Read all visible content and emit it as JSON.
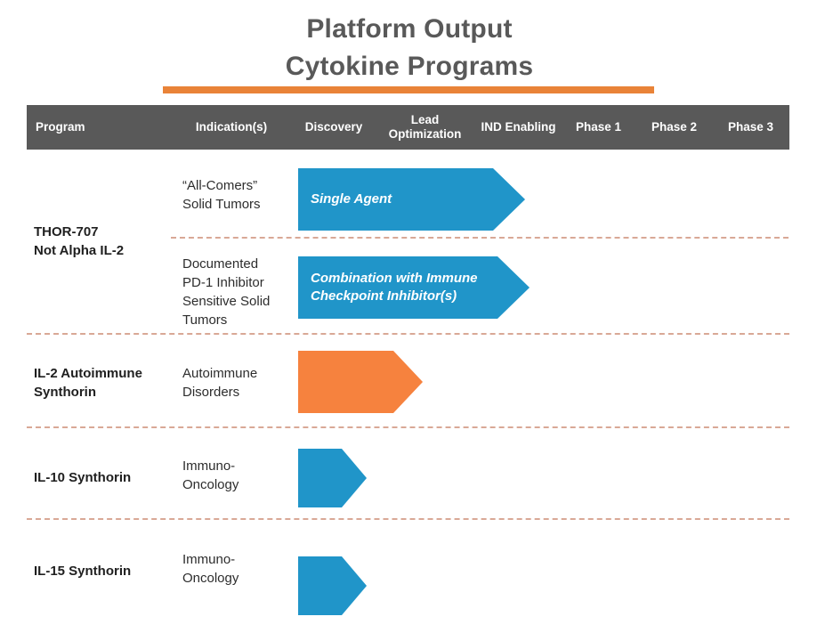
{
  "title": {
    "line1": "Platform Output",
    "line2": "Cytokine Programs"
  },
  "columns": [
    "Program",
    "Indication(s)",
    "Discovery",
    "Lead Optimization",
    "IND Enabling",
    "Phase 1",
    "Phase 2",
    "Phase 3"
  ],
  "rows": [
    {
      "program": "THOR-707\nNot Alpha IL-2",
      "tracks": [
        {
          "indication": "“All-Comers”\nSolid Tumors",
          "arrow_label": "Single Agent"
        },
        {
          "indication": "Documented\nPD-1 Inhibitor\nSensitive Solid\nTumors",
          "arrow_label": "Combination with Immune\nCheckpoint Inhibitor(s)"
        }
      ]
    },
    {
      "program": "IL-2 Autoimmune\nSynthorin",
      "tracks": [
        {
          "indication": "Autoimmune\nDisorders",
          "arrow_label": ""
        }
      ]
    },
    {
      "program": "IL-10 Synthorin",
      "tracks": [
        {
          "indication": "Immuno-\nOncology",
          "arrow_label": ""
        }
      ]
    },
    {
      "program": "IL-15 Synthorin",
      "tracks": [
        {
          "indication": "Immuno-\nOncology",
          "arrow_label": ""
        }
      ]
    }
  ],
  "colors": {
    "title_text": "#595959",
    "header_bg": "#595959",
    "accent_orange": "#E98338",
    "arrow_blue": "#2095C9",
    "arrow_orange": "#F6823E",
    "dash_line": "#D9A896"
  },
  "chart_data": {
    "type": "table",
    "title": "Platform Output Cytokine Programs",
    "stage_columns": [
      "Discovery",
      "Lead Optimization",
      "IND Enabling",
      "Phase 1",
      "Phase 2",
      "Phase 3"
    ],
    "entries": [
      {
        "program": "THOR-707 Not Alpha IL-2",
        "indication": "“All-Comers” Solid Tumors",
        "arrow_label": "Single Agent",
        "arrow_color": "#2095C9",
        "stages_spanned": [
          "Discovery",
          "Lead Optimization"
        ]
      },
      {
        "program": "THOR-707 Not Alpha IL-2",
        "indication": "Documented PD-1 Inhibitor Sensitive Solid Tumors",
        "arrow_label": "Combination with Immune Checkpoint Inhibitor(s)",
        "arrow_color": "#2095C9",
        "stages_spanned": [
          "Discovery",
          "Lead Optimization"
        ]
      },
      {
        "program": "IL-2 Autoimmune Synthorin",
        "indication": "Autoimmune Disorders",
        "arrow_label": "",
        "arrow_color": "#F6823E",
        "stages_spanned": [
          "Discovery",
          "Lead Optimization (early)"
        ]
      },
      {
        "program": "IL-10 Synthorin",
        "indication": "Immuno-Oncology",
        "arrow_label": "",
        "arrow_color": "#2095C9",
        "stages_spanned": [
          "Discovery"
        ]
      },
      {
        "program": "IL-15 Synthorin",
        "indication": "Immuno-Oncology",
        "arrow_label": "",
        "arrow_color": "#2095C9",
        "stages_spanned": [
          "Discovery"
        ]
      }
    ]
  }
}
